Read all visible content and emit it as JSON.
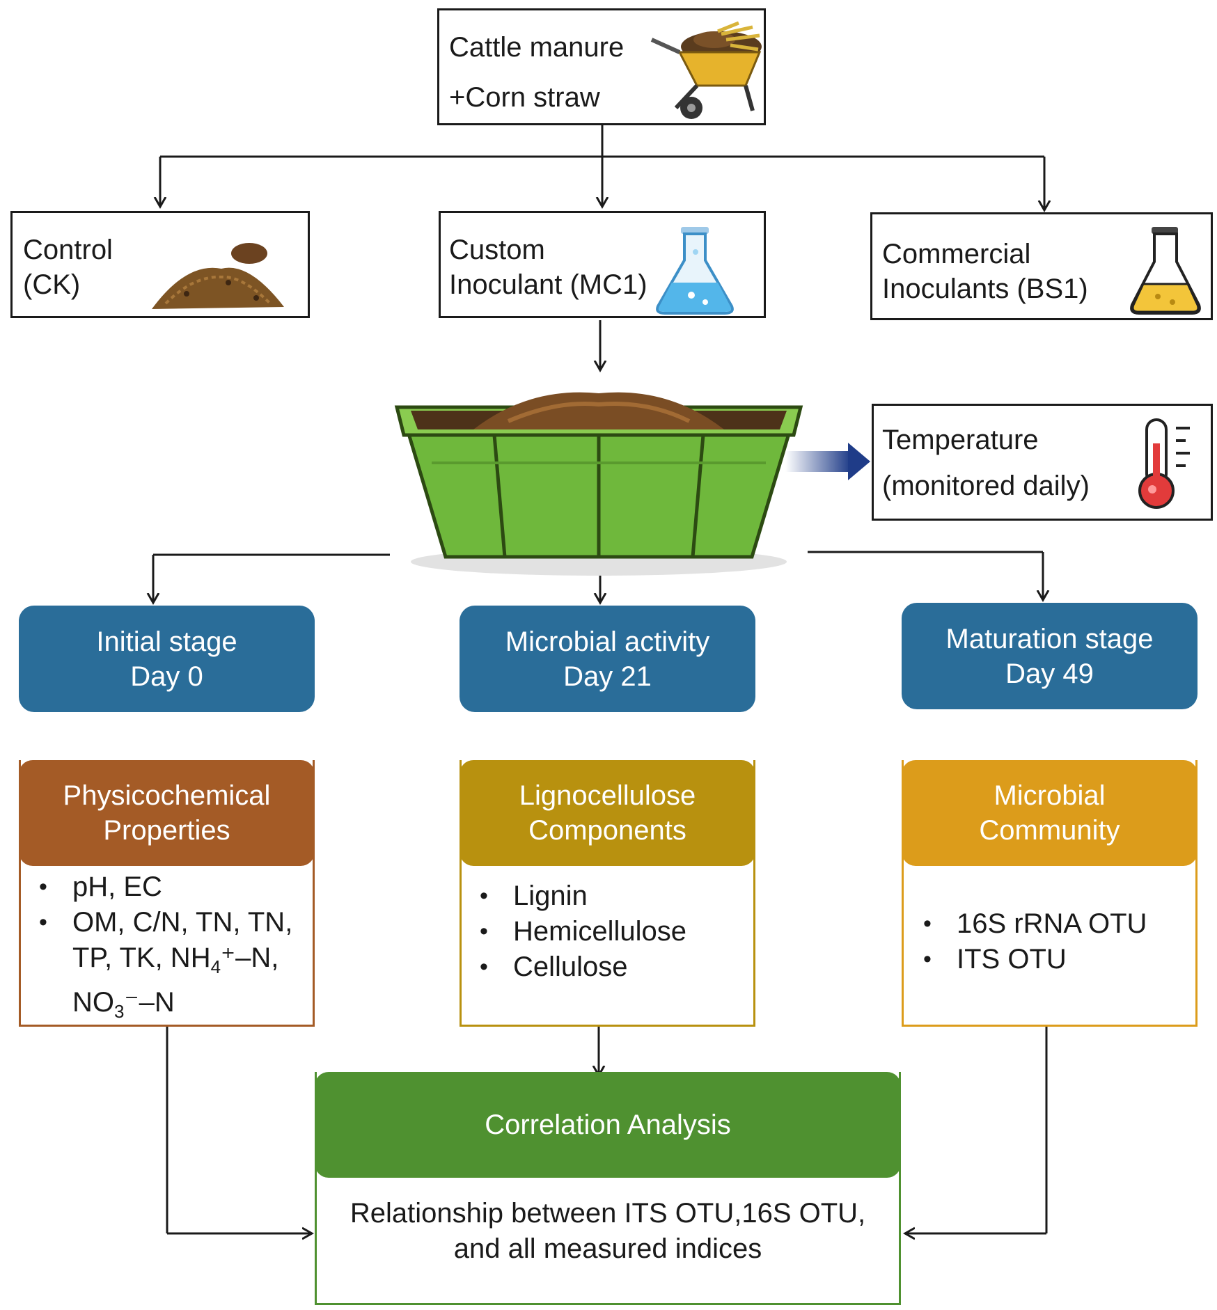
{
  "source": {
    "line1": "Cattle manure",
    "line2": "+Corn straw",
    "icon": "wheelbarrow-icon"
  },
  "treatments": [
    {
      "line1": "Control",
      "line2": "(CK)",
      "icon": "soil-pile-icon"
    },
    {
      "line1": "Custom",
      "line2": "Inoculant (MC1)",
      "icon": "blue-flask-icon"
    },
    {
      "line1": "Commercial",
      "line2": "Inoculants (BS1)",
      "icon": "yellow-flask-icon"
    }
  ],
  "composting_bin": {
    "icon": "compost-bin-icon"
  },
  "temperature": {
    "line1": "Temperature",
    "line2": "(monitored daily)",
    "icon": "thermometer-icon"
  },
  "stages": [
    {
      "line1": "Initial stage",
      "line2": "Day 0"
    },
    {
      "line1": "Microbial activity",
      "line2": "Day 21"
    },
    {
      "line1": "Maturation stage",
      "line2": "Day 49"
    }
  ],
  "panels": [
    {
      "title1": "Physicochemical",
      "title2": "Properties",
      "color": "#a45b26",
      "items": [
        "pH, EC",
        "OM, C/N, TN, TN,",
        "TP, TK, NH4⁺–N,",
        "NO3⁻–N"
      ]
    },
    {
      "title1": "Lignocellulose",
      "title2": "Components",
      "color": "#b8910f",
      "items": [
        "Lignin",
        "Hemicellulose",
        "Cellulose"
      ]
    },
    {
      "title1": "Microbial",
      "title2": "Community",
      "color": "#dc9c1b",
      "items": [
        "16S rRNA OTU",
        "ITS OTU"
      ]
    }
  ],
  "analysis": {
    "title": "Correlation Analysis",
    "line1": "Relationship between ITS OTU,16S OTU,",
    "line2": "and all measured indices",
    "color": "#4f9130"
  },
  "colors": {
    "stage": "#2a6d99",
    "line": "#1a1a1a"
  }
}
